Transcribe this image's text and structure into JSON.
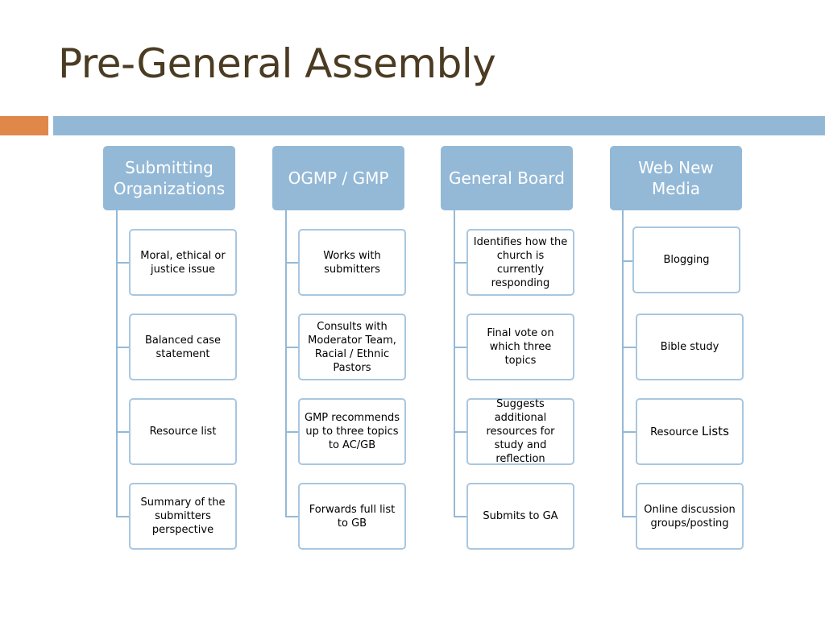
{
  "slide": {
    "title": "Pre-General Assembly"
  },
  "colors": {
    "title": "#4a3b22",
    "accent_orange": "#e0874a",
    "accent_blue": "#93b8d6",
    "header_fill": "#94b9d7",
    "box_border": "#a9c7df"
  },
  "columns": [
    {
      "header": "Submitting Organizations",
      "items": [
        "Moral, ethical or justice issue",
        "Balanced case statement",
        "Resource list",
        "Summary of the submitters perspective"
      ]
    },
    {
      "header": "OGMP / GMP",
      "items": [
        "Works with submitters",
        "Consults with Moderator Team, Racial / Ethnic Pastors",
        "GMP recommends up to three topics to AC/GB",
        "Forwards full list to GB"
      ]
    },
    {
      "header": "General Board",
      "items": [
        "Identifies how the church is currently responding",
        "Final vote on which three topics",
        "Suggests additional resources for study and reflection",
        "Submits to GA"
      ]
    },
    {
      "header": "Web New Media",
      "items": [
        "Blogging",
        "Bible study",
        {
          "a": "Resource ",
          "b": "Lists"
        },
        "Online discussion groups/posting"
      ]
    }
  ]
}
